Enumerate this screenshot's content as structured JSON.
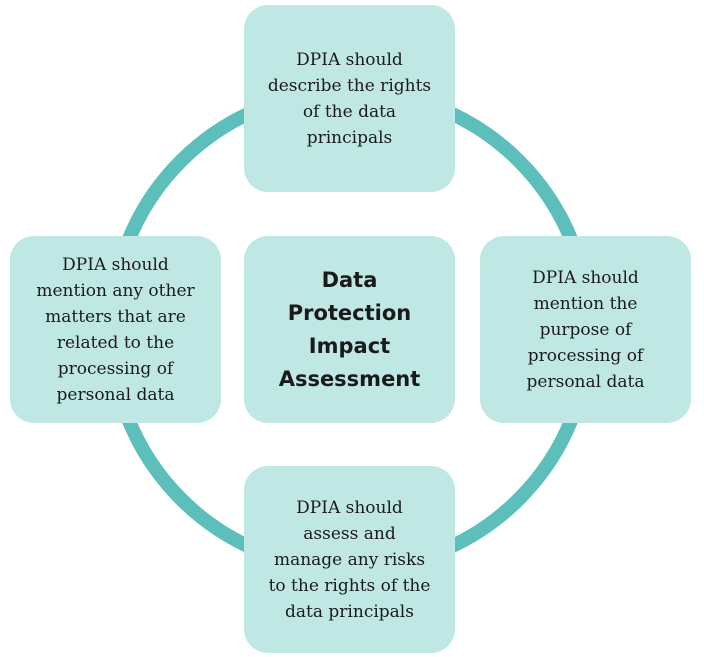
{
  "diagram": {
    "colors": {
      "ring": "#5dbfbb",
      "box": "#bfe8e5",
      "text": "#1a1a1a"
    },
    "center": {
      "lines": [
        "Data",
        "Protection",
        "Impact",
        "Assessment"
      ]
    },
    "top": {
      "lines": [
        "DPIA should",
        "describe the rights",
        "of the data",
        "principals"
      ]
    },
    "right": {
      "lines": [
        "DPIA should",
        "mention the",
        "purpose of",
        "processing of",
        "personal data"
      ]
    },
    "bottom": {
      "lines": [
        "DPIA should",
        "assess and",
        "manage any risks",
        "to the rights of the",
        "data principals"
      ]
    },
    "left": {
      "lines": [
        "DPIA should",
        "mention any other",
        "matters that are",
        "related to the",
        "processing of",
        "personal data"
      ]
    }
  }
}
